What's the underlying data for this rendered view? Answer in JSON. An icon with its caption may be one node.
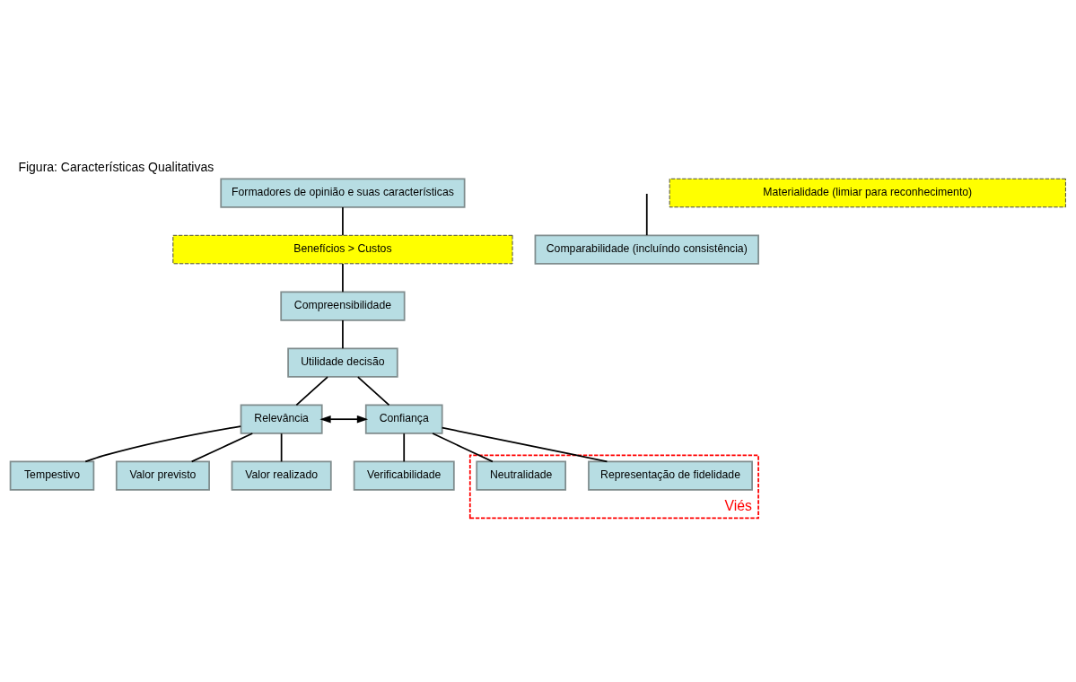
{
  "diagram": {
    "title": "Figura: Características Qualitativas",
    "nodes": [
      {
        "text": [
          "Formadores de opinião e suas características"
        ]
      },
      {
        "text": [
          "Benefícios > Custos"
        ]
      },
      {
        "text": [
          "Compreensibilidade"
        ]
      },
      {
        "text": [
          "Utilidade decisão"
        ]
      },
      {
        "text": [
          "Relevância"
        ]
      },
      {
        "text": [
          "Confiança"
        ]
      },
      {
        "text": [
          "Tempestivo"
        ]
      },
      {
        "text": [
          "Verificabilidade"
        ]
      },
      {
        "text": [
          "Viés"
        ]
      },
      {
        "text": [
          "Representação de fidelidade"
        ],
        "in": 8
      },
      {
        "text": [
          "Valor previsto"
        ]
      },
      {
        "text": [
          "Valor realizado"
        ]
      },
      {
        "text": [
          "Neutralidade"
        ],
        "in": 8
      },
      {
        "text": [
          "Comparabilidade (incluíndo consistência)"
        ]
      },
      {
        "text": [
          "Materialidade (limiar para reconhecimento)"
        ]
      }
    ],
    "edges": [
      {
        "from": 0,
        "to": 1,
        "arrow": "none"
      },
      {
        "from": 1,
        "to": 2,
        "arrow": "none"
      },
      {
        "from": 2,
        "to": 3,
        "arrow": "none"
      },
      {
        "from": 3,
        "to": 4,
        "arrow": "none"
      },
      {
        "from": 3,
        "to": 5,
        "arrow": "none"
      },
      {
        "from": 4,
        "to": 5,
        "arrow": "both"
      },
      {
        "from": null,
        "to": 13,
        "arrow": "none"
      },
      {
        "from": 4,
        "to": 6,
        "arrow": "none"
      },
      {
        "from": 4,
        "to": 10,
        "arrow": "none"
      },
      {
        "from": 4,
        "to": 11,
        "arrow": "none"
      },
      {
        "from": 5,
        "to": 7,
        "arrow": "none"
      },
      {
        "from": 5,
        "to": 9,
        "arrow": "none"
      },
      {
        "from": 5,
        "to": 12,
        "arrow": "none"
      }
    ]
  }
}
